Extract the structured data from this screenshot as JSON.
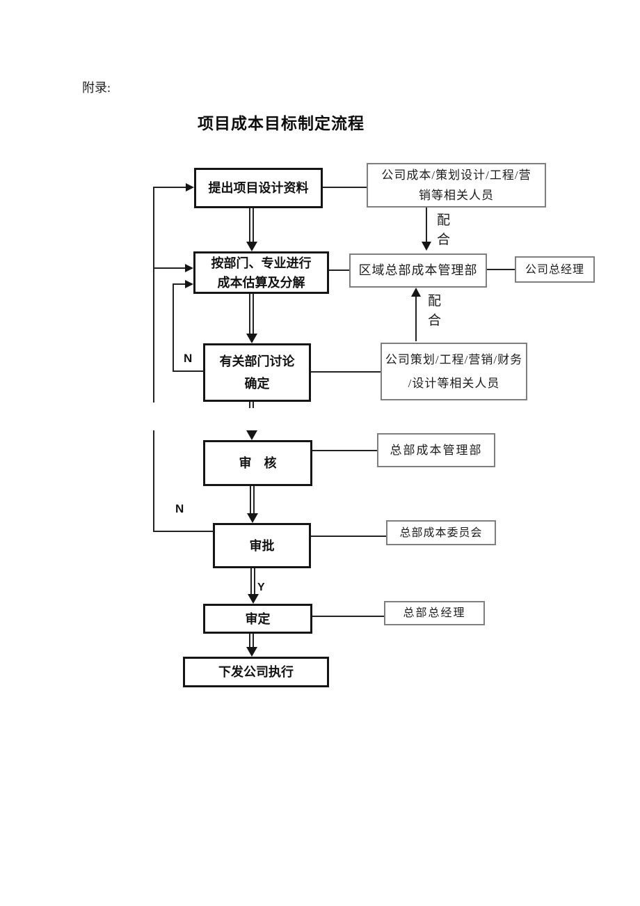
{
  "page": {
    "appendix": "附录:",
    "title": "项目成本目标制定流程"
  },
  "flow": {
    "propose": "提出项目设计资料",
    "estimate": "按部门、专业进行\n成本估算及分解",
    "discuss": "有关部门讨论\n确定",
    "review": "审　核",
    "approve": "审批",
    "finalize": "审定",
    "issue": "下发公司执行"
  },
  "roles": {
    "company_related": "公司成本/策划设计/工程/营\n销等相关人员",
    "regional_cost_dept": "区域总部成本管理部",
    "company_gm": "公司总经理",
    "dept_related": "公司策划/工程/营销/财务\n/设计等相关人员",
    "hq_cost_dept": "总部成本管理部",
    "hq_cost_committee": "总部成本委员会",
    "hq_gm": "总部总经理"
  },
  "labels": {
    "cooperate_top": "配\n合",
    "cooperate_bottom": "配\n合",
    "no_discuss": "N",
    "no_approve": "N",
    "yes_approve": "Y"
  },
  "colors": {
    "box_border": "#151515",
    "role_box_border": "#7e7e7e",
    "line": "#222222",
    "background": "#ffffff"
  }
}
